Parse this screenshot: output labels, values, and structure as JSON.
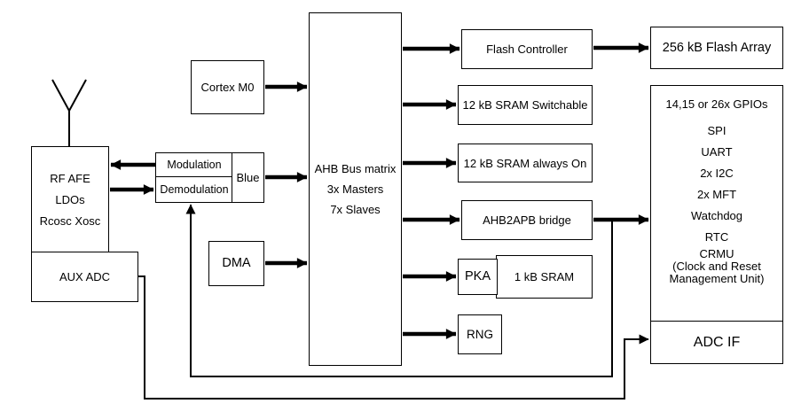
{
  "diagram": {
    "background": "#ffffff",
    "line_color": "#000000",
    "icons": {
      "antenna": "antenna-icon"
    },
    "boxes": {
      "rf_afe": {
        "lines": [
          "RF AFE",
          "LDOs",
          "Rcosc Xosc"
        ]
      },
      "aux_adc": {
        "label": "AUX ADC"
      },
      "modulation": {
        "label": "Modulation"
      },
      "demodulation": {
        "label": "Demodulation"
      },
      "blue": {
        "label": "Blue"
      },
      "cortex_m0": {
        "label": "Cortex M0"
      },
      "dma": {
        "label": "DMA"
      },
      "ahb_matrix": {
        "lines": [
          "AHB Bus matrix",
          "3x Masters",
          "7x Slaves"
        ]
      },
      "flash_controller": {
        "label": "Flash Controller"
      },
      "flash_array": {
        "label": "256 kB Flash Array"
      },
      "sram_switchable": {
        "label": "12 kB SRAM Switchable"
      },
      "sram_always_on": {
        "label": "12 kB SRAM always On"
      },
      "ahb2apb_bridge": {
        "label": "AHB2APB bridge"
      },
      "pka": {
        "label": "PKA"
      },
      "sram_1kb": {
        "label": "1 kB SRAM"
      },
      "rng": {
        "label": "RNG"
      },
      "peripherals": {
        "lines": [
          "14,15 or 26x GPIOs",
          "SPI",
          "UART",
          "2x I2C",
          "2x MFT",
          "Watchdog",
          "RTC",
          "CRMU",
          "(Clock and Reset",
          "Management Unit)"
        ]
      },
      "adc_if": {
        "label": "ADC IF"
      }
    }
  }
}
